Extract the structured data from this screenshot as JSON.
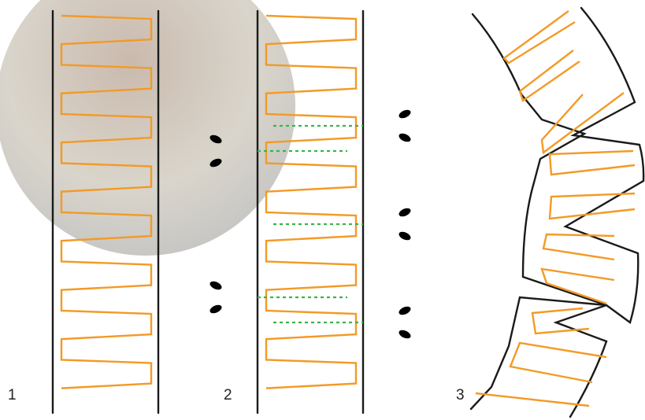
{
  "steps": [
    {
      "label": "1"
    },
    {
      "label": "2"
    },
    {
      "label": "3"
    }
  ],
  "colors": {
    "rail": "#1a1a1a",
    "zigzag": "#f39a26",
    "cut_line": "#3db34a",
    "overlay_circle": "#8c8378"
  },
  "icons": [
    "scissors-icon"
  ]
}
